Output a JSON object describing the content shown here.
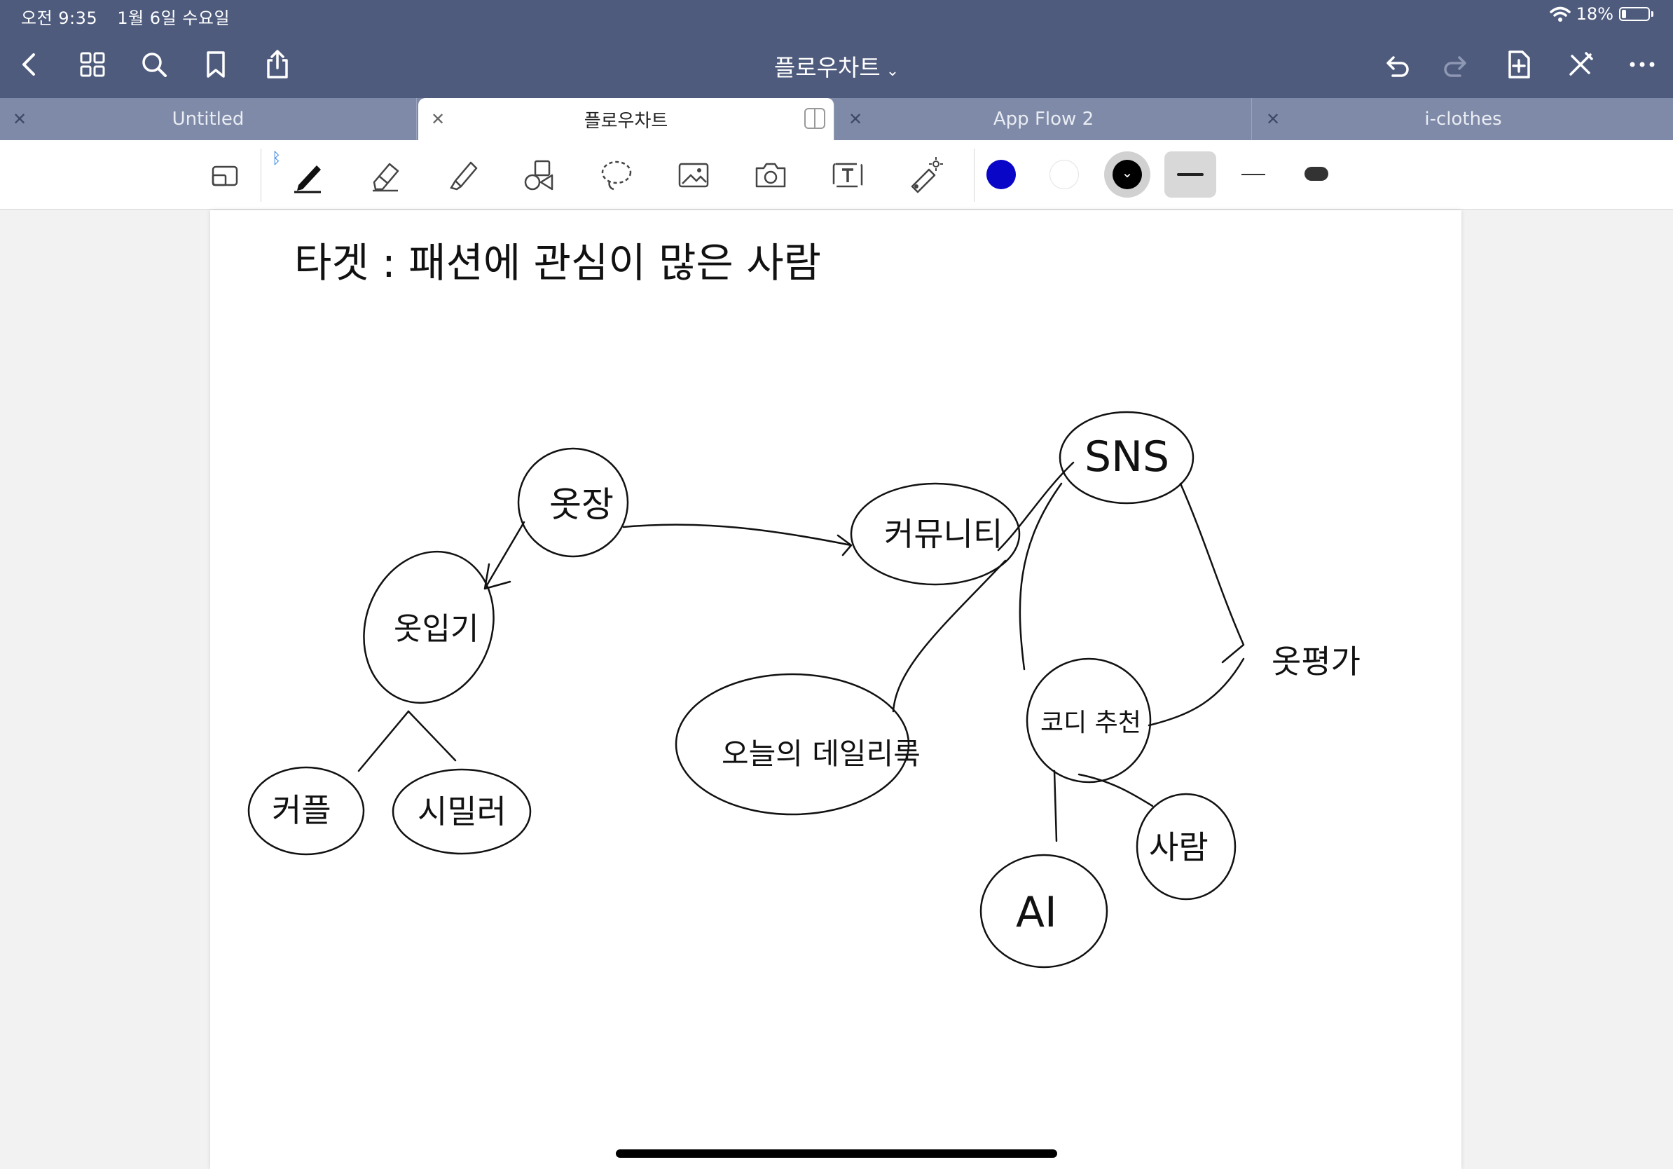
{
  "status_bar": {
    "time": "오전 9:35",
    "date": "1월 6일 수요일",
    "battery_percent": "18%",
    "battery_level": 0.18
  },
  "nav": {
    "title": "플로우차트",
    "icons": [
      "back-icon",
      "grid-icon",
      "search-icon",
      "bookmark-icon",
      "share-icon",
      "undo-icon",
      "redo-icon",
      "add-page-icon",
      "close-edit-icon",
      "more-icon"
    ]
  },
  "tabs": [
    {
      "label": "Untitled",
      "active": false
    },
    {
      "label": "플로우차트",
      "active": true
    },
    {
      "label": "App Flow 2",
      "active": false
    },
    {
      "label": "i-clothes",
      "active": false
    }
  ],
  "toolbar": {
    "tools": [
      "zoom-window-icon",
      "pen-icon",
      "eraser-icon",
      "highlighter-icon",
      "shapes-icon",
      "lasso-icon",
      "image-icon",
      "camera-icon",
      "text-icon",
      "laser-pointer-icon"
    ],
    "colors": {
      "blue": "#0a06c8",
      "white": "#ffffff",
      "black": "#000000"
    },
    "bluetooth_icon": "bluetooth-icon"
  },
  "canvas": {
    "heading": "타겟 : 패션에 관심이 많은 사람",
    "nodes": {
      "closet": "옷장",
      "outfit": "옷입기",
      "couple": "커플",
      "similar": "시밀러",
      "community": "커뮤니티",
      "sns": "SNS",
      "daily_look": "오늘의 데일리룩",
      "coordi": "코디 추천",
      "ai": "AI",
      "person": "사람",
      "fashion_eval": "옷평가"
    }
  }
}
